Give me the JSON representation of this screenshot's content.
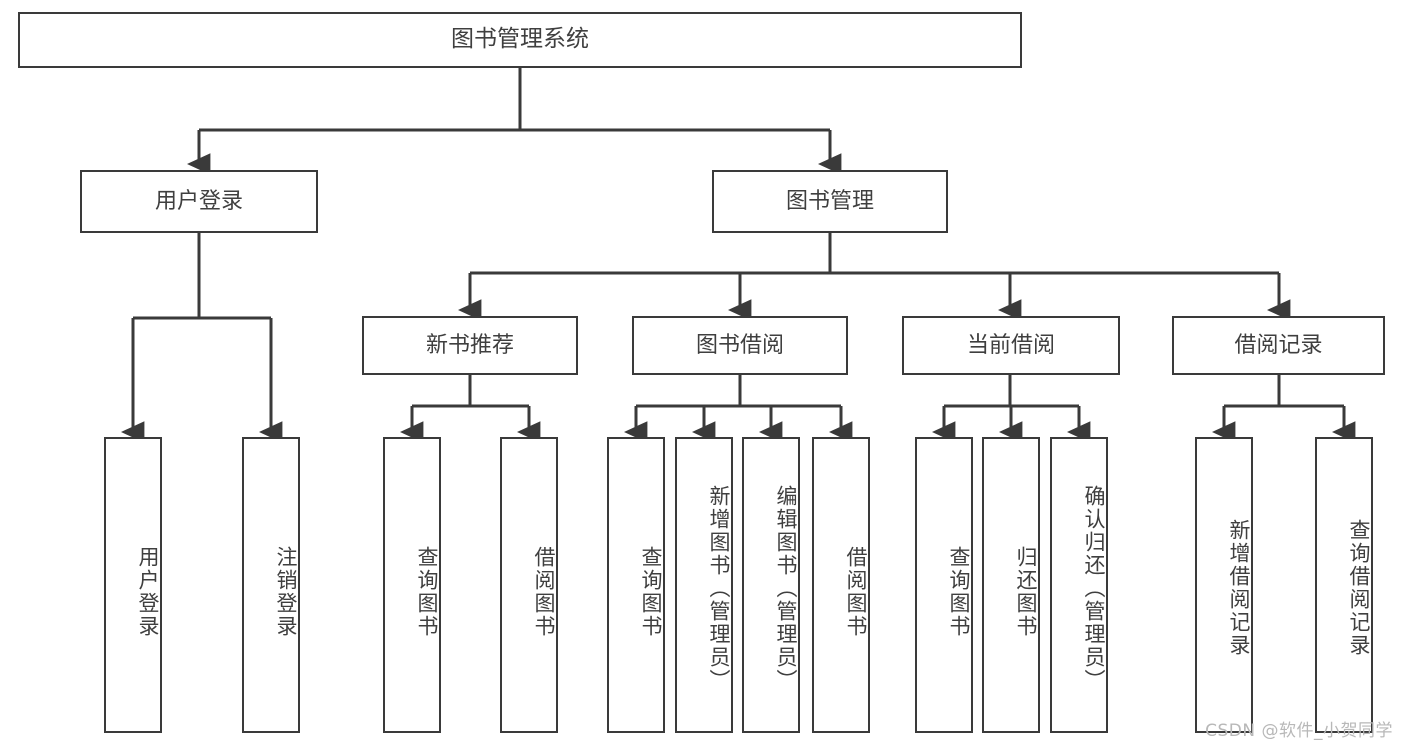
{
  "diagram": {
    "title": "图书管理系统",
    "type": "tree",
    "watermark": "CSDN @软件_小贺同学",
    "colors": {
      "background": "#ffffff",
      "box_border": "#3a3a3a",
      "box_fill": "#ffffff",
      "text": "#3f3f3f",
      "connector": "#3a3a3a",
      "watermark": "#b8b8b8"
    },
    "root": {
      "label": "图书管理系统"
    },
    "level2": [
      {
        "id": "user-login",
        "label": "用户登录"
      },
      {
        "id": "book-management",
        "label": "图书管理"
      }
    ],
    "level3": [
      {
        "id": "new-book-recommend",
        "label": "新书推荐"
      },
      {
        "id": "book-borrow",
        "label": "图书借阅"
      },
      {
        "id": "current-borrow",
        "label": "当前借阅"
      },
      {
        "id": "borrow-record",
        "label": "借阅记录"
      }
    ],
    "leaves": {
      "user-login": [
        {
          "id": "leaf-user-login",
          "label": "用户登录"
        },
        {
          "id": "leaf-logout",
          "label": "注销登录"
        }
      ],
      "new-book-recommend": [
        {
          "id": "leaf-query-book-1",
          "label": "查询图书"
        },
        {
          "id": "leaf-borrow-book-1",
          "label": "借阅图书"
        }
      ],
      "book-borrow": [
        {
          "id": "leaf-query-book-2",
          "label": "查询图书"
        },
        {
          "id": "leaf-add-book",
          "label": "新增图书（管理员）"
        },
        {
          "id": "leaf-edit-book",
          "label": "编辑图书（管理员）"
        },
        {
          "id": "leaf-borrow-book-2",
          "label": "借阅图书"
        }
      ],
      "current-borrow": [
        {
          "id": "leaf-query-book-3",
          "label": "查询图书"
        },
        {
          "id": "leaf-return-book",
          "label": "归还图书"
        },
        {
          "id": "leaf-confirm-return",
          "label": "确认归还（管理员）"
        }
      ],
      "borrow-record": [
        {
          "id": "leaf-add-record",
          "label": "新增借阅记录"
        },
        {
          "id": "leaf-query-record",
          "label": "查询借阅记录"
        }
      ]
    }
  }
}
